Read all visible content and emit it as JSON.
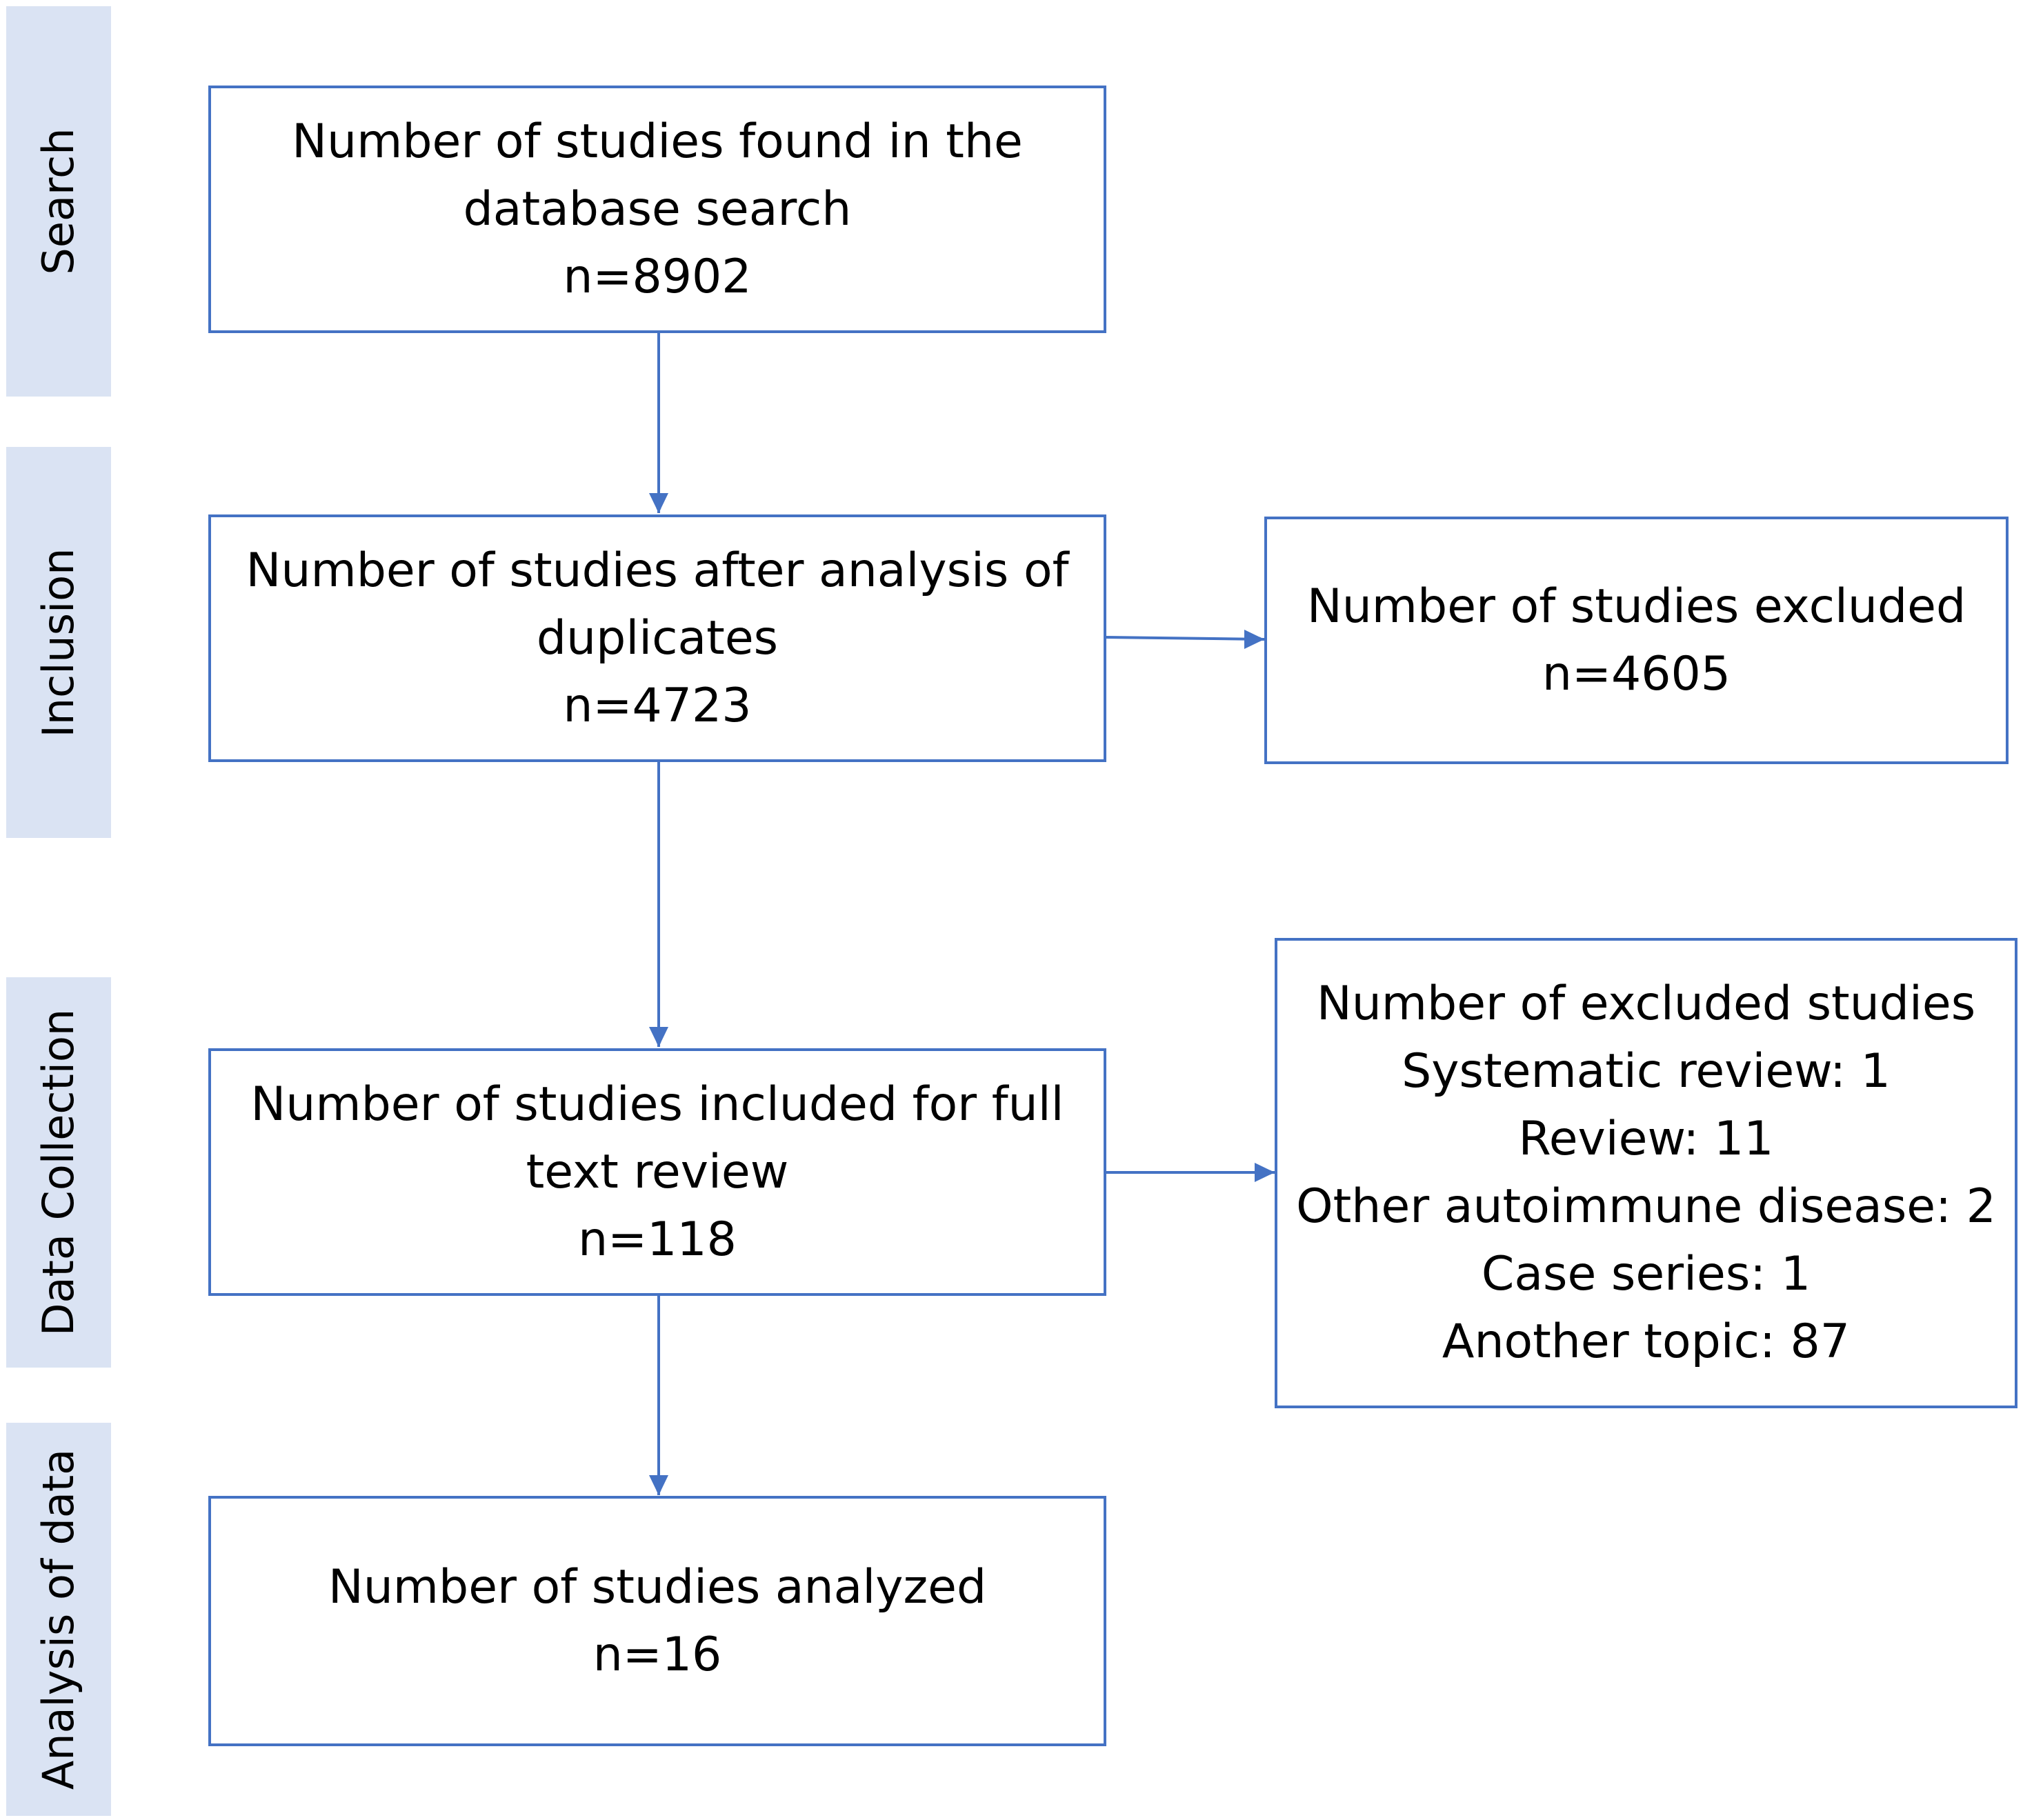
{
  "phases": {
    "search": "Search",
    "inclusion": "Inclusion",
    "data_collection": "Data Collection",
    "analysis": "Analysis of data"
  },
  "boxes": {
    "found": {
      "lines": [
        "Number of studies found in the",
        "database search",
        "n=8902"
      ]
    },
    "after_duplicates": {
      "lines": [
        "Number of studies after analysis of",
        "duplicates",
        "n=4723"
      ]
    },
    "excluded": {
      "lines": [
        "Number of studies excluded",
        "n=4605"
      ]
    },
    "full_text": {
      "lines": [
        "Number of studies included for full",
        "text review",
        "n=118"
      ]
    },
    "excluded_reasons": {
      "lines": [
        "Number of excluded studies",
        "Systematic review: 1",
        "Review: 11",
        "Other autoimmune disease: 2",
        "Case series: 1",
        "Another topic: 87"
      ]
    },
    "analyzed": {
      "lines": [
        "Number of studies analyzed",
        "n=16"
      ]
    }
  },
  "colors": {
    "border": "#4472c4",
    "arrow": "#4472c4",
    "phase_band": "#dae3f3"
  }
}
